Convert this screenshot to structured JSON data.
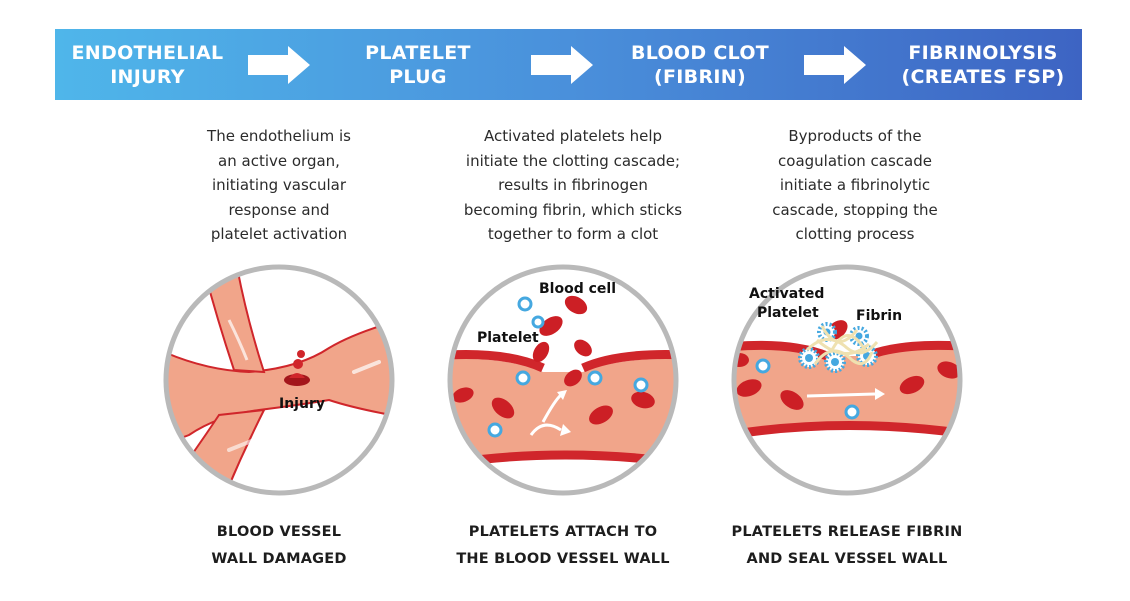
{
  "banner": {
    "stages": [
      {
        "line1": "ENDOTHELIAL",
        "line2": "INJURY"
      },
      {
        "line1": "PLATELET",
        "line2": "PLUG"
      },
      {
        "line1": "BLOOD CLOT",
        "line2": "(FIBRIN)"
      },
      {
        "line1": "FIBRINOLYSIS",
        "line2": "(CREATES FSP)"
      }
    ]
  },
  "descriptions": [
    [
      "The endothelium is",
      "an active organ,",
      "initiating vascular",
      "response and",
      "platelet activation"
    ],
    [
      "Activated platelets help",
      "initiate the clotting cascade;",
      "results in fibrinogen",
      "becoming fibrin, which sticks",
      "together to form a clot"
    ],
    [
      "Byproducts of the",
      "coagulation cascade",
      "initiate a fibrinolytic",
      "cascade, stopping the",
      "clotting process"
    ]
  ],
  "illustrations": {
    "injury_label": "Injury",
    "platelet_label": "Platelet",
    "blood_cell_label": "Blood cell",
    "activated_platelet_line1": "Activated",
    "activated_platelet_line2": "Platelet",
    "fibrin_label": "Fibrin"
  },
  "captions": [
    {
      "line1": "BLOOD VESSEL",
      "line2": "WALL DAMAGED"
    },
    {
      "line1": "PLATELETS ATTACH TO",
      "line2": "THE BLOOD VESSEL WALL"
    },
    {
      "line1": "PLATELETS RELEASE FIBRIN",
      "line2": "AND SEAL VESSEL WALL"
    }
  ],
  "colors": {
    "banner_start": "#4fb6ea",
    "banner_end": "#3d64c3",
    "vessel_wall": "#d0262b",
    "vessel_interior": "#f1a58a",
    "blood_cell": "#cc1f25",
    "platelet": "#45a8e0",
    "circle_border": "#b9b9b9",
    "fibrin": "#efe1b0"
  }
}
